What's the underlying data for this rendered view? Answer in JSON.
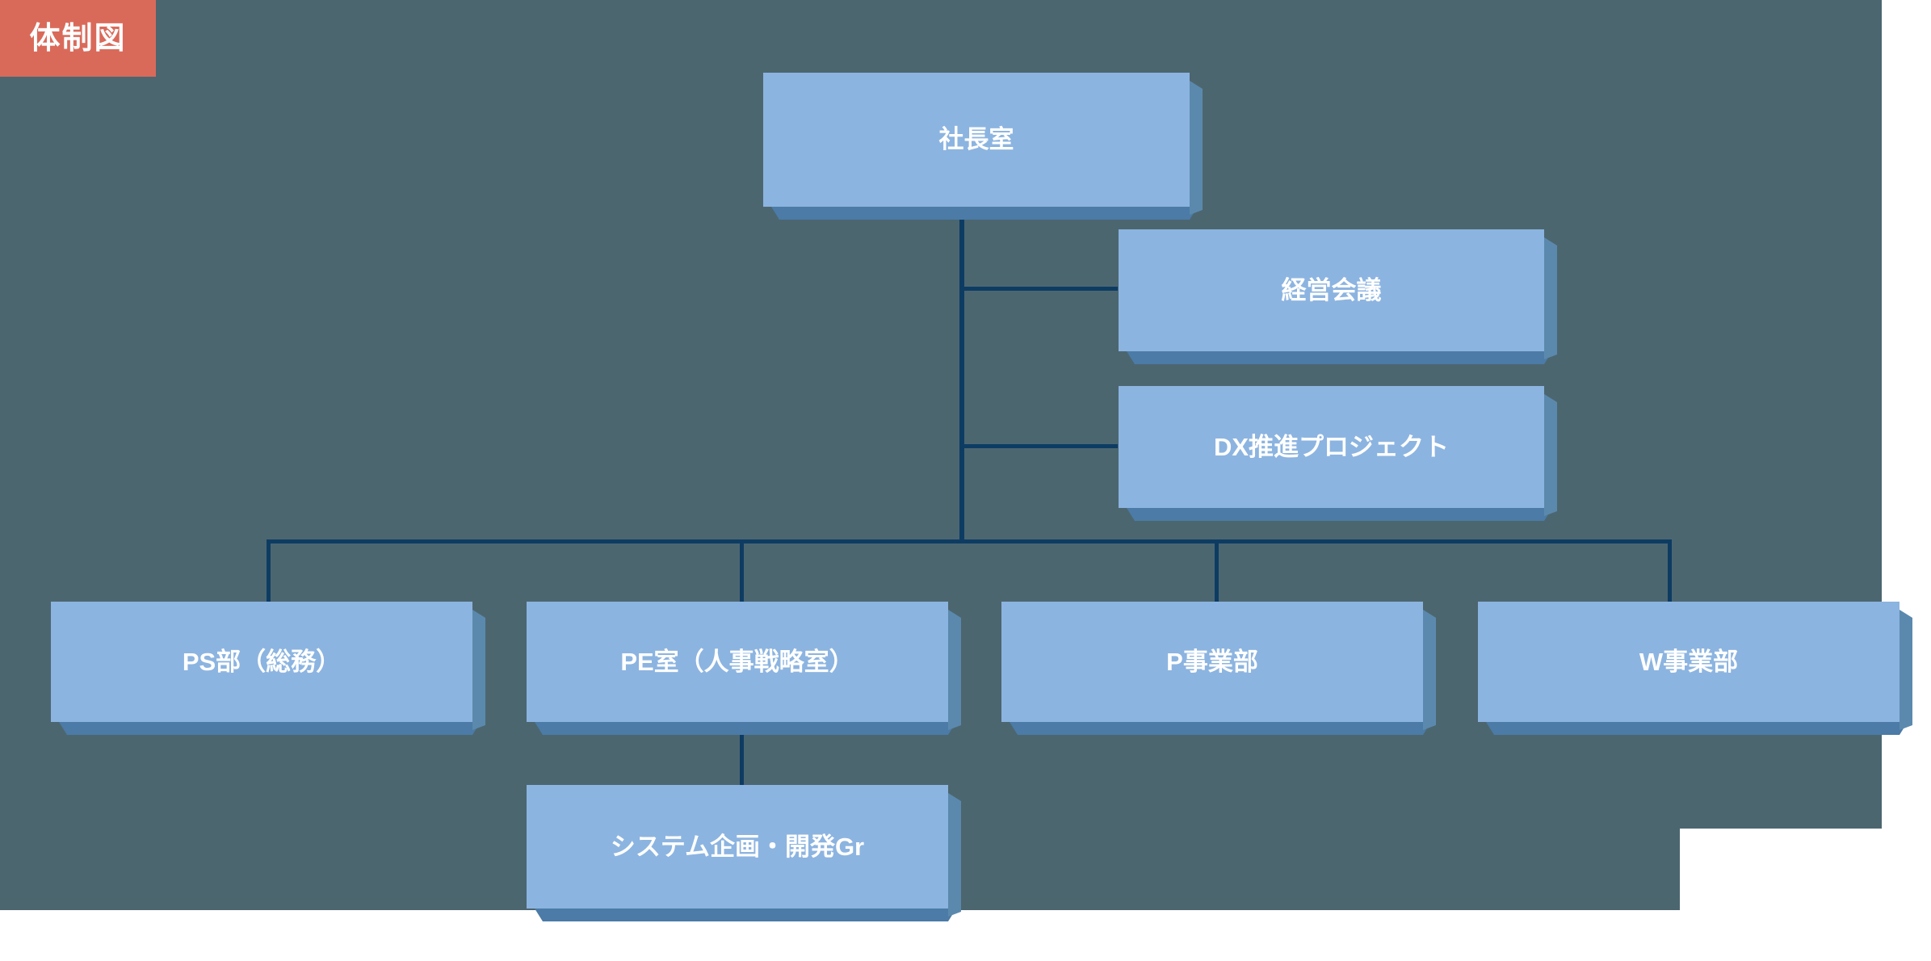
{
  "title_badge": {
    "label": "体制図",
    "background_color": "#d96a5a",
    "text_color": "#ffffff"
  },
  "colors": {
    "canvas_background": "#4c6670",
    "page_background": "#ffffff",
    "node_face": "#8cb4e0",
    "node_shadow_bottom": "#4b7ba6",
    "node_shadow_right": "#5b89ae",
    "connector_line": "#0d3c63",
    "node_text": "#ffffff"
  },
  "chart_data": {
    "type": "diagram",
    "diagram_kind": "organization-chart",
    "title": "体制図",
    "orientation": "top-down",
    "nodes": [
      {
        "id": "president-office",
        "label": "社長室",
        "level": 0,
        "parent": null
      },
      {
        "id": "management-meeting",
        "label": "経営会議",
        "level": 1,
        "parent": "president-office",
        "attachment": "side-right"
      },
      {
        "id": "dx-project",
        "label": "DX推進プロジェクト",
        "level": 1,
        "parent": "president-office",
        "attachment": "side-right"
      },
      {
        "id": "ps-department",
        "label": "PS部（総務）",
        "level": 2,
        "parent": "president-office"
      },
      {
        "id": "pe-office",
        "label": "PE室（人事戦略室）",
        "level": 2,
        "parent": "president-office"
      },
      {
        "id": "p-division",
        "label": "P事業部",
        "level": 2,
        "parent": "president-office"
      },
      {
        "id": "w-division",
        "label": "W事業部",
        "level": 2,
        "parent": "president-office"
      },
      {
        "id": "system-planning-gr",
        "label": "システム企画・開発Gr",
        "level": 3,
        "parent": "pe-office"
      }
    ],
    "edges": [
      {
        "from": "president-office",
        "to": "management-meeting"
      },
      {
        "from": "president-office",
        "to": "dx-project"
      },
      {
        "from": "president-office",
        "to": "ps-department"
      },
      {
        "from": "president-office",
        "to": "pe-office"
      },
      {
        "from": "president-office",
        "to": "p-division"
      },
      {
        "from": "president-office",
        "to": "w-division"
      },
      {
        "from": "pe-office",
        "to": "system-planning-gr"
      }
    ]
  },
  "nodes": {
    "president_office": {
      "label": "社長室"
    },
    "management_meeting": {
      "label": "経営会議"
    },
    "dx_project": {
      "label": "DX推進プロジェクト"
    },
    "ps_department": {
      "label": "PS部（総務）"
    },
    "pe_office": {
      "label": "PE室（人事戦略室）"
    },
    "p_division": {
      "label": "P事業部"
    },
    "w_division": {
      "label": "W事業部"
    },
    "system_planning_gr": {
      "label": "システム企画・開発Gr"
    }
  }
}
